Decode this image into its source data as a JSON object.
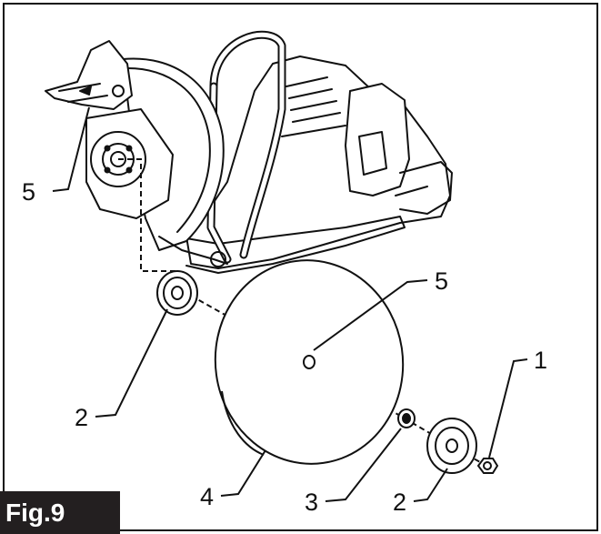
{
  "figure": {
    "label": "Fig.9",
    "callouts": {
      "saw_spindle": "5",
      "inner_flange": "2",
      "blade": "4",
      "blade_center_hole": "5",
      "bushing": "3",
      "outer_flange": "2",
      "hex_bolt": "1"
    }
  },
  "colors": {
    "line": "#111111",
    "label_bg": "#231f20",
    "label_text": "#ffffff"
  }
}
